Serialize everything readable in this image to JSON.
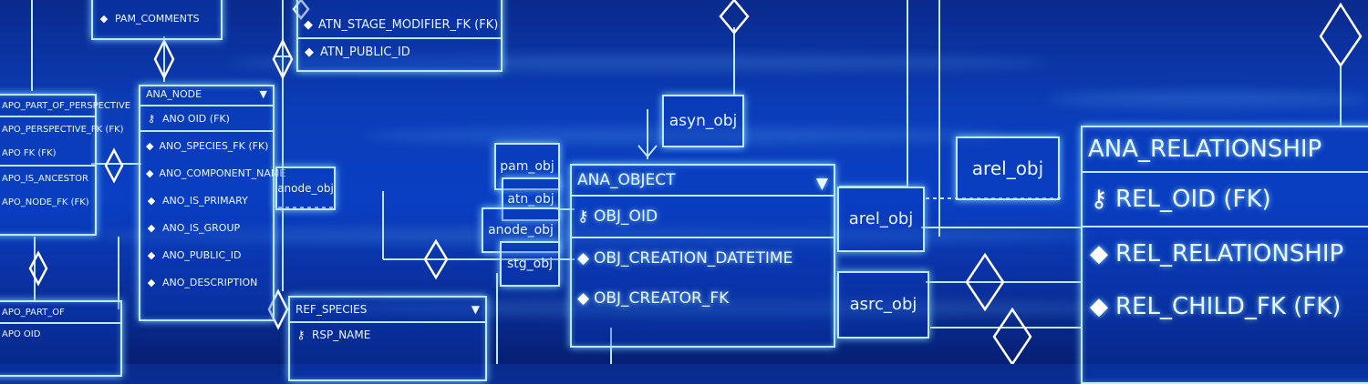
{
  "colors": {
    "line": "#bfe8ff",
    "bg_dark": "#061f72",
    "bg_light": "#0b3db8"
  },
  "entities": {
    "pam_top": {
      "rows": [
        "PAM_COMMENTS"
      ]
    },
    "atn_top": {
      "rows": [
        "ATN_STAGE_MODIFIER_FK (FK)",
        "ATN_PUBLIC_ID"
      ]
    },
    "apo": {
      "rows": [
        "APO_PART_OF_PERSPECTIVE",
        "APO_PERSPECTIVE_FK (FK)",
        "APO FK (FK)",
        "APO_IS_ANCESTOR",
        "APO_NODE_FK (FK)"
      ]
    },
    "apo_bottom": {
      "rows": [
        "APO_PART_OF",
        "APO OID"
      ]
    },
    "ana_node": {
      "header": "ANA_NODE",
      "rows": [
        "ANO OID (FK)",
        "ANO_SPECIES_FK (FK)",
        "ANO_COMPONENT_NAME",
        "ANO_IS_PRIMARY",
        "ANO_IS_GROUP",
        "ANO_PUBLIC_ID",
        "ANO_DESCRIPTION"
      ]
    },
    "ref_species": {
      "header": "REF_SPECIES",
      "rows": [
        "RSP_NAME"
      ]
    },
    "ana_object": {
      "header": "ANA_OBJECT",
      "rows": [
        "OBJ_OID",
        "OBJ_CREATION_DATETIME",
        "OBJ_CREATOR_FK"
      ]
    },
    "ana_relationship": {
      "header": "ANA_RELATIONSHIP",
      "rows": [
        "REL_OID (FK)",
        "REL_RELATIONSHIP",
        "REL_CHILD_FK (FK)"
      ]
    }
  },
  "labels": {
    "asyn_obj": "asyn_obj",
    "arel_obj_top": "arel_obj",
    "anode_obj_left": "anode_obj",
    "pam_obj": "pam_obj",
    "atn_obj": "atn_obj",
    "anode_obj": "anode_obj",
    "stg_obj": "stg_obj",
    "arel_obj": "arel_obj",
    "asrc_obj": "asrc_obj"
  }
}
